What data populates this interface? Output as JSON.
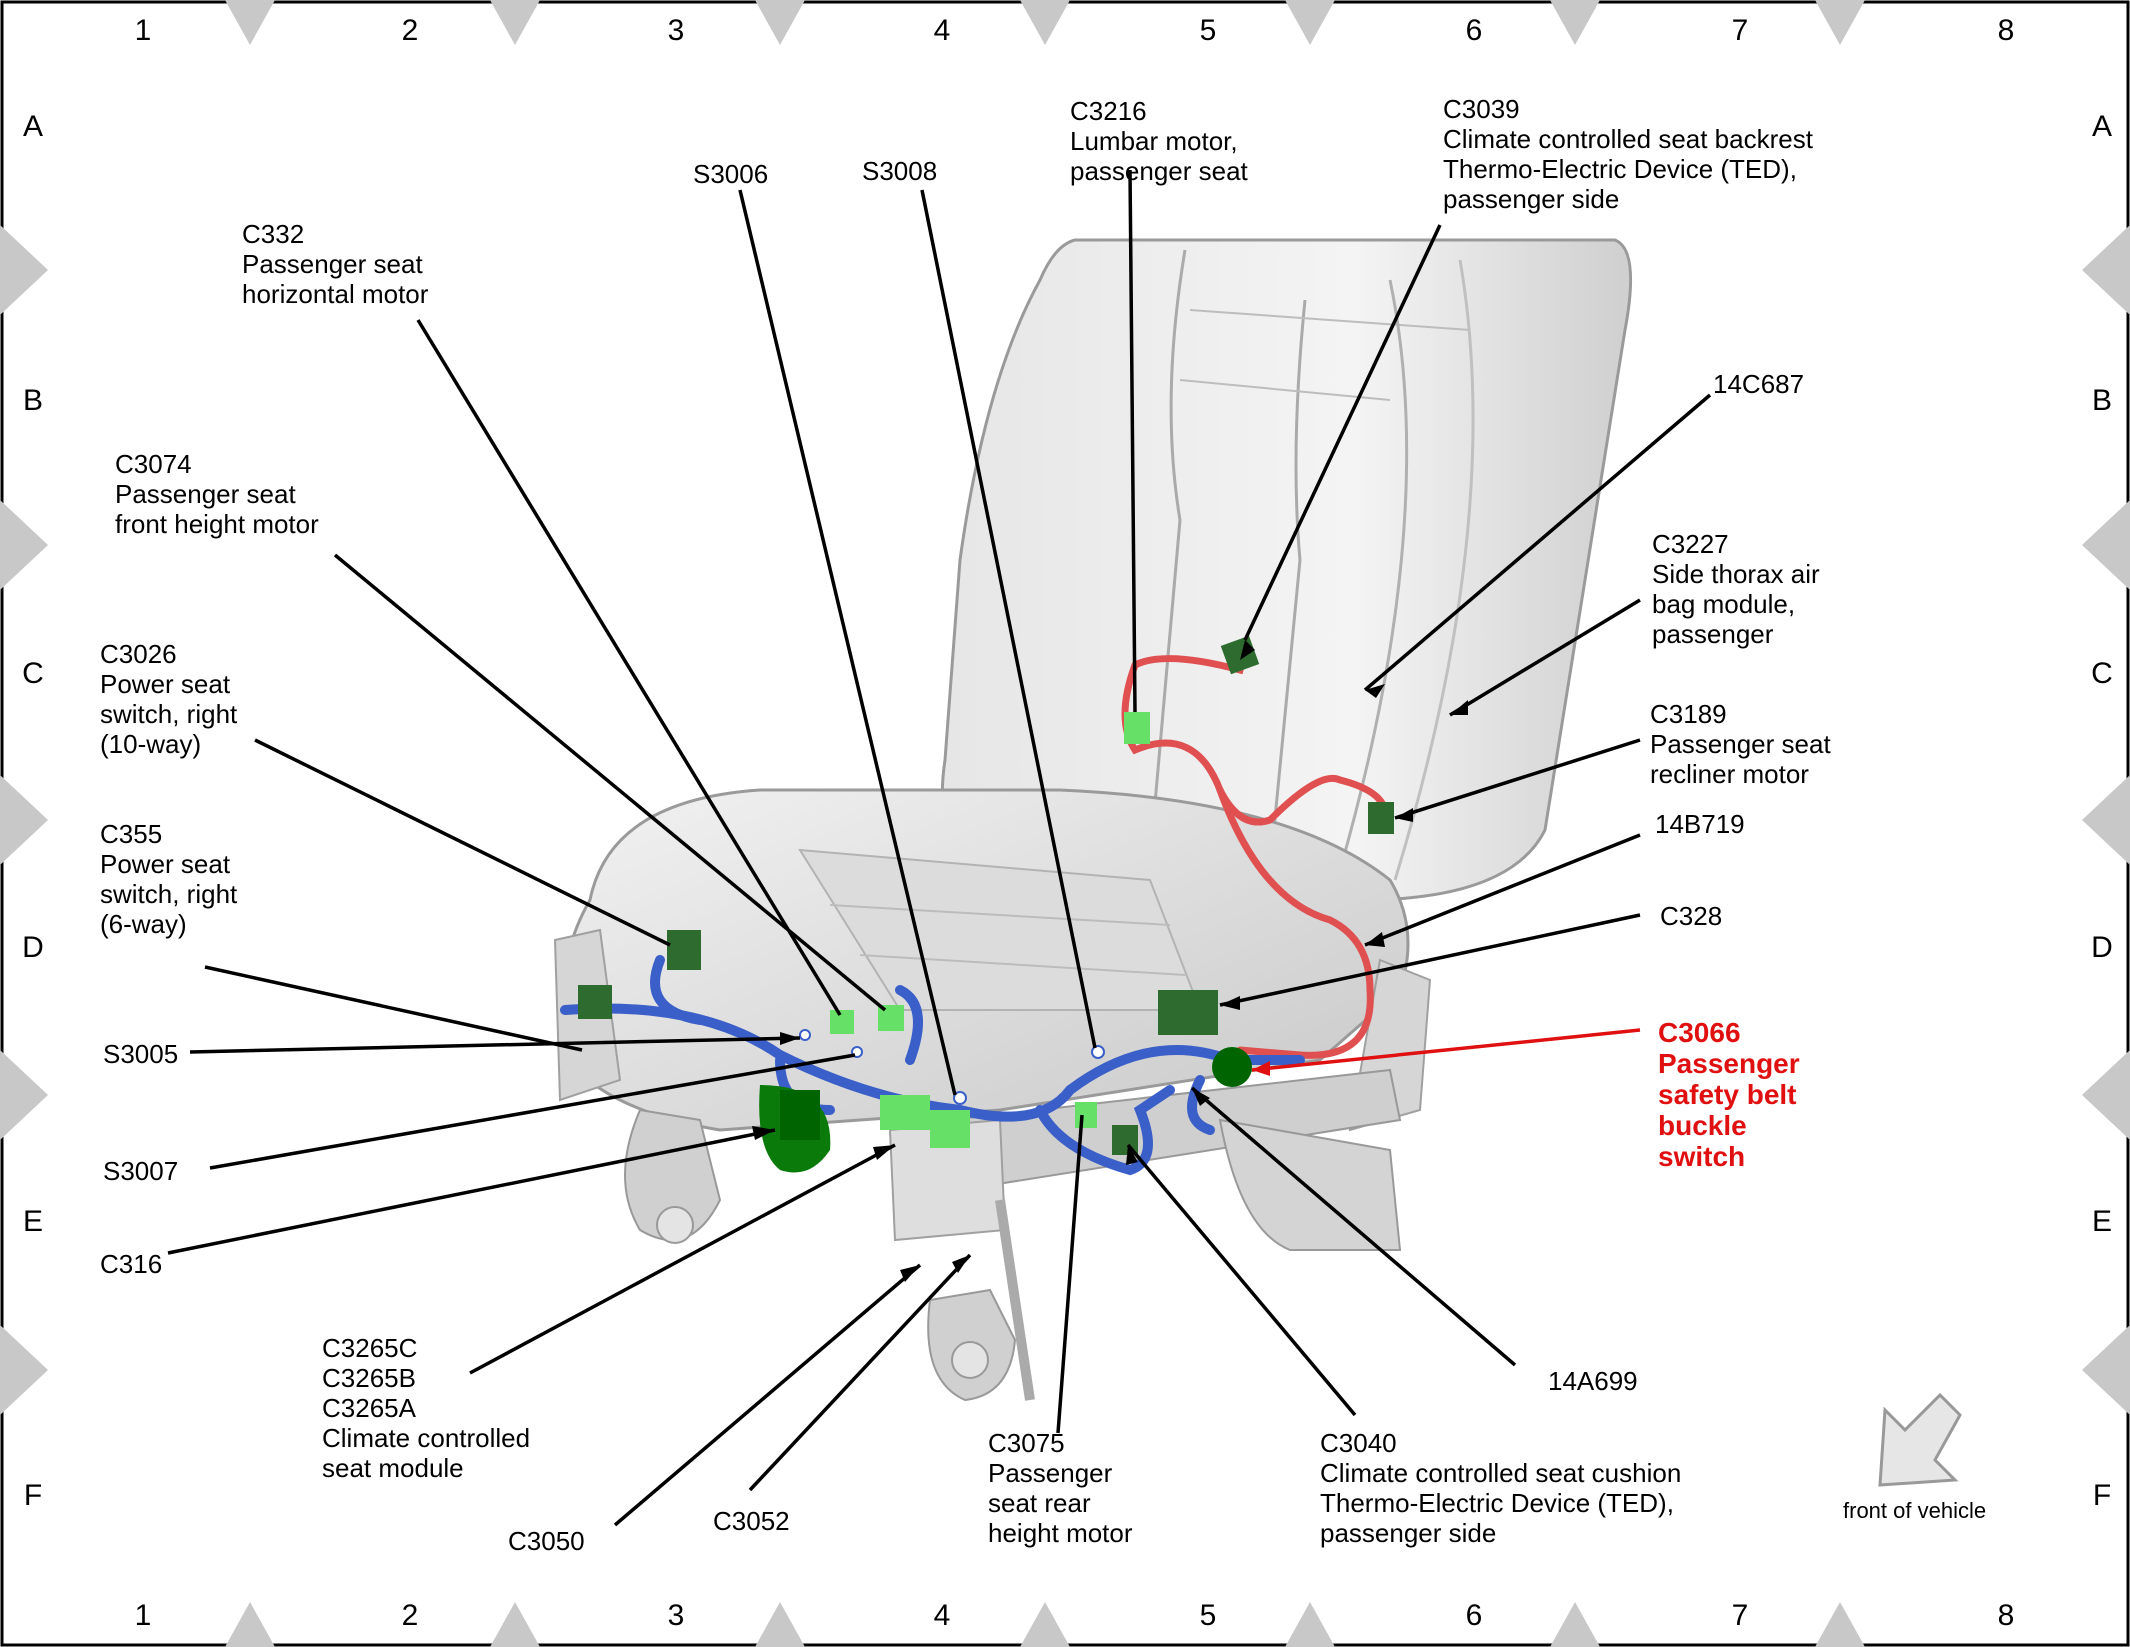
{
  "grid": {
    "columns": [
      "1",
      "2",
      "3",
      "4",
      "5",
      "6",
      "7",
      "8"
    ],
    "rows": [
      "A",
      "B",
      "C",
      "D",
      "E",
      "F"
    ]
  },
  "labels": {
    "c3216": [
      "C3216",
      "Lumbar motor,",
      "passenger seat"
    ],
    "c3039": [
      "C3039",
      "Climate controlled seat backrest",
      "Thermo-Electric Device (TED),",
      "passenger side"
    ],
    "s3006": [
      "S3006"
    ],
    "s3008": [
      "S3008"
    ],
    "c332": [
      "C332",
      "Passenger seat",
      "horizontal motor"
    ],
    "c14c687": [
      "14C687"
    ],
    "c3074": [
      "C3074",
      "Passenger seat",
      "front height motor"
    ],
    "c3227": [
      "C3227",
      "Side thorax air",
      "bag module,",
      "passenger"
    ],
    "c3026": [
      "C3026",
      "Power seat",
      "switch, right",
      "(10-way)"
    ],
    "c3189": [
      "C3189",
      "Passenger seat",
      "recliner motor"
    ],
    "c355": [
      "C355",
      "Power seat",
      "switch, right",
      "(6-way)"
    ],
    "c14b719": [
      "14B719"
    ],
    "c328": [
      "C328"
    ],
    "s3005": [
      "S3005"
    ],
    "c3066": [
      "C3066",
      "Passenger",
      "safety belt",
      "buckle",
      "switch"
    ],
    "s3007": [
      "S3007"
    ],
    "c316": [
      "C316"
    ],
    "c14a699": [
      "14A699"
    ],
    "c3265": [
      "C3265C",
      "C3265B",
      "C3265A",
      "Climate controlled",
      "seat module"
    ],
    "c3075": [
      "C3075",
      "Passenger",
      "seat rear",
      "height motor"
    ],
    "c3040": [
      "C3040",
      "Climate controlled seat cushion",
      "Thermo-Electric Device (TED),",
      "passenger side"
    ],
    "c3050": [
      "C3050"
    ],
    "c3052": [
      "C3052"
    ]
  },
  "front_of_vehicle": "front of vehicle",
  "colors": {
    "harness_blue": "#3a5fc8",
    "harness_red": "#e05050",
    "connector_dark": "#2e6b2e",
    "connector_light": "#66e066",
    "highlight_red": "#e01010",
    "seat_gray": "#d8d8d8"
  }
}
